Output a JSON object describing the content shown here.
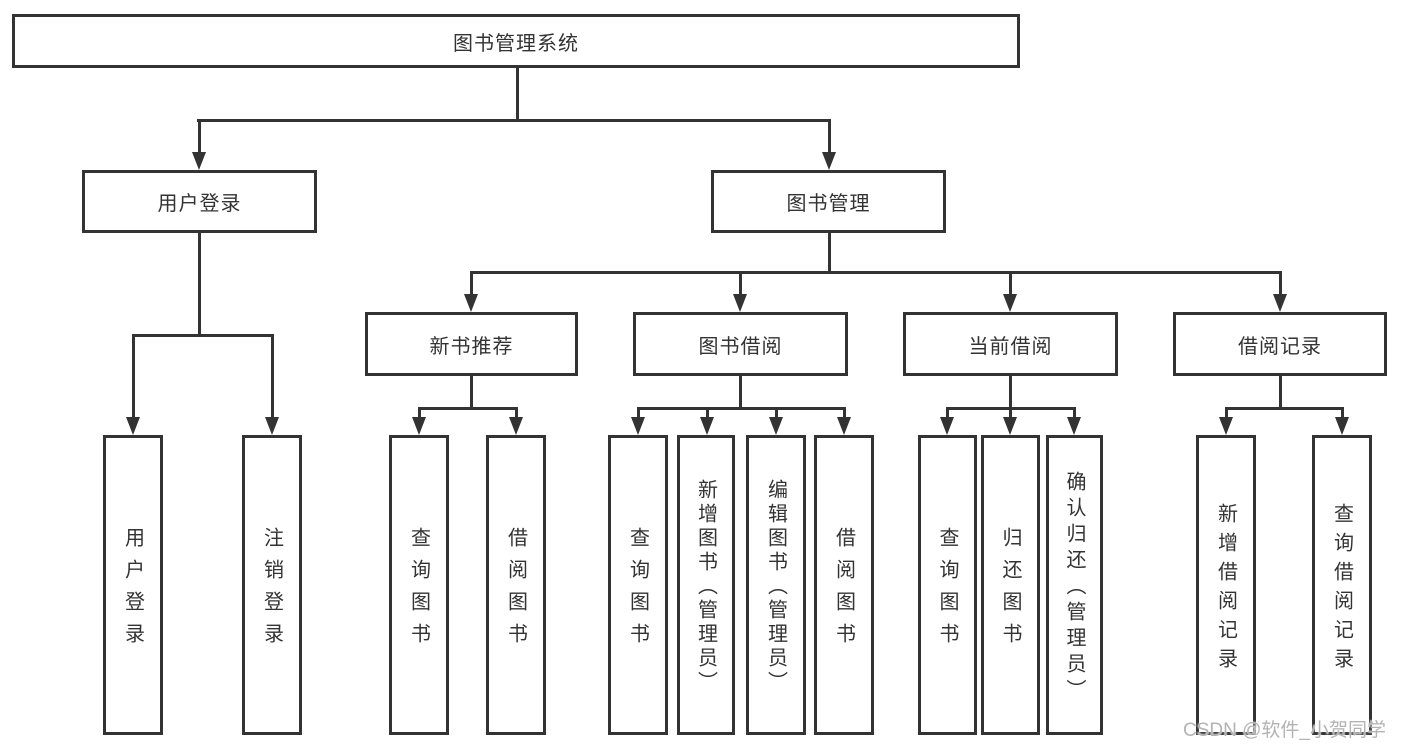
{
  "tree": {
    "label": "图书管理系统",
    "children": [
      {
        "label": "用户登录",
        "children": [
          {
            "label": "用户登录"
          },
          {
            "label": "注销登录"
          }
        ]
      },
      {
        "label": "图书管理",
        "children": [
          {
            "label": "新书推荐",
            "children": [
              {
                "label": "查询图书"
              },
              {
                "label": "借阅图书"
              }
            ]
          },
          {
            "label": "图书借阅",
            "children": [
              {
                "label": "查询图书"
              },
              {
                "label": "新增图书（管理员）"
              },
              {
                "label": "编辑图书（管理员）"
              },
              {
                "label": "借阅图书"
              }
            ]
          },
          {
            "label": "当前借阅",
            "children": [
              {
                "label": "查询图书"
              },
              {
                "label": "归还图书"
              },
              {
                "label": "确认归还（管理员）"
              }
            ]
          },
          {
            "label": "借阅记录",
            "children": [
              {
                "label": "新增借阅记录"
              },
              {
                "label": "查询借阅记录"
              }
            ]
          }
        ]
      }
    ]
  },
  "watermark": {
    "text": "CSDN @软件_小贺同学"
  },
  "colors": {
    "line": "#333333",
    "box_border": "#333333",
    "text": "#333333",
    "background": "#ffffff",
    "watermark": "#b3b3b3"
  }
}
